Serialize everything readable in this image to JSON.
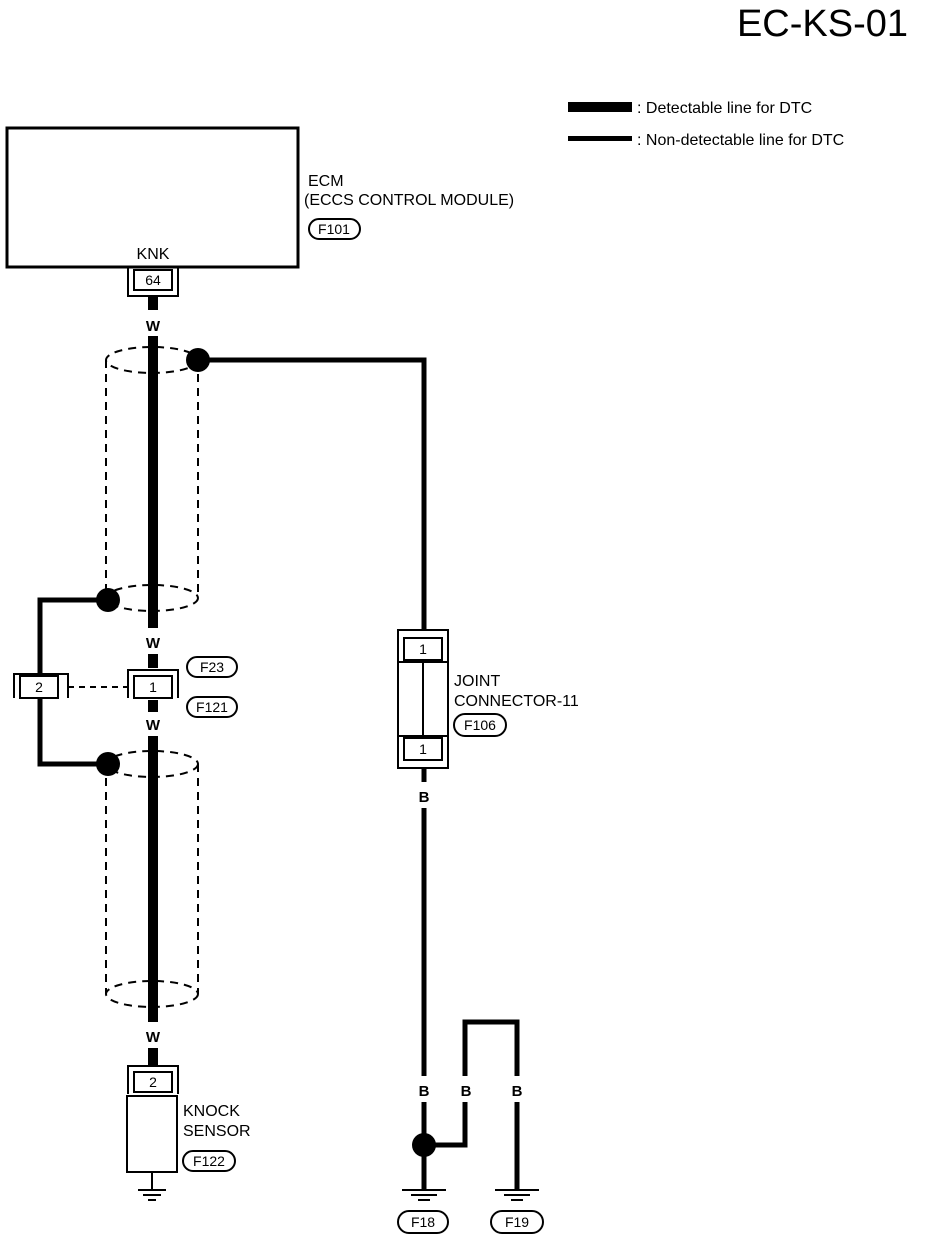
{
  "page_code": "EC-KS-01",
  "legend": {
    "detectable": ": Detectable line for DTC",
    "non_detectable": ": Non-detectable line for DTC"
  },
  "ecm": {
    "name": "ECM",
    "subtitle": "(ECCS CONTROL MODULE)",
    "connector": "F101",
    "terminal_label": "KNK",
    "terminal": "64"
  },
  "wire_colors": {
    "w1": "W",
    "w2": "W",
    "w3": "W",
    "w4": "W",
    "b1": "B",
    "b2": "B",
    "b3": "B",
    "b4": "B"
  },
  "inline_connector": {
    "left_pin": "2",
    "right_pin": "1",
    "connector_a": "F23",
    "connector_b": "F121"
  },
  "joint_connector": {
    "line1": "JOINT",
    "line2": "CONNECTOR-11",
    "connector": "F106",
    "top_pin": "1",
    "bottom_pin": "1"
  },
  "knock_sensor": {
    "line1": "KNOCK",
    "line2": "SENSOR",
    "connector": "F122",
    "pin": "2"
  },
  "grounds": {
    "g1": "F18",
    "g2": "F19"
  }
}
